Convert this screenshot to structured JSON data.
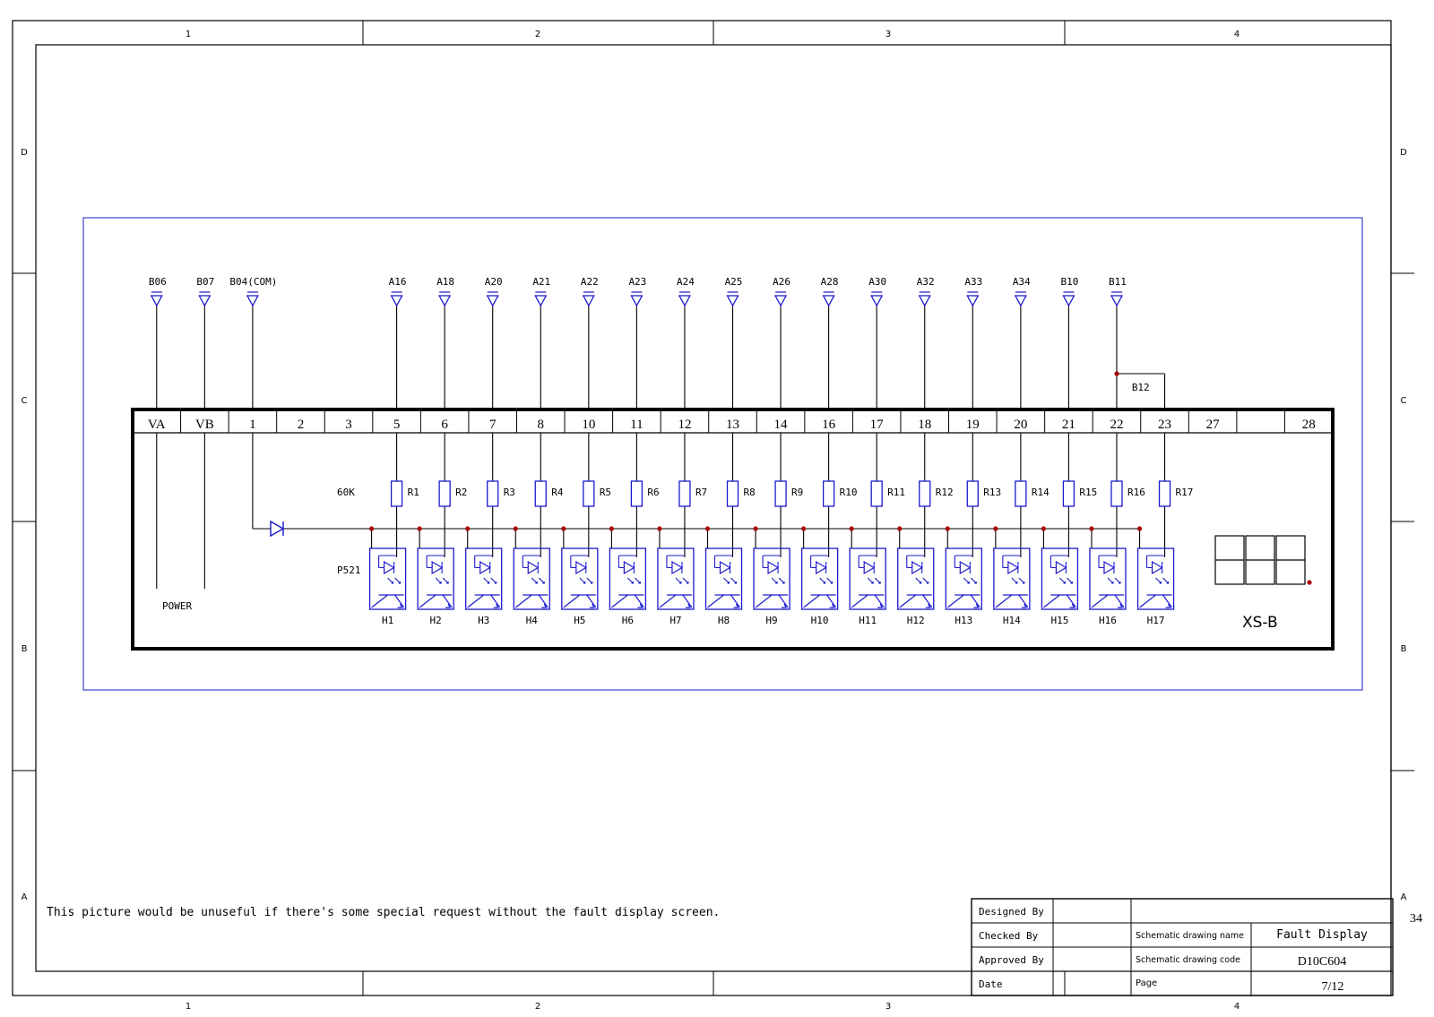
{
  "frame": {
    "columns": [
      "1",
      "2",
      "3",
      "4"
    ],
    "rows": [
      "D",
      "C",
      "B",
      "A"
    ]
  },
  "inputs": {
    "power": [
      {
        "label": "B06",
        "pin": "VA"
      },
      {
        "label": "B07",
        "pin": "VB"
      }
    ],
    "common": {
      "label": "B04(COM)",
      "pin": "1"
    },
    "channels": [
      {
        "label": "A16",
        "pin": "5",
        "resistor": "R1",
        "led": "H1"
      },
      {
        "label": "A18",
        "pin": "6",
        "resistor": "R2",
        "led": "H2"
      },
      {
        "label": "A20",
        "pin": "7",
        "resistor": "R3",
        "led": "H3"
      },
      {
        "label": "A21",
        "pin": "8",
        "resistor": "R4",
        "led": "H4"
      },
      {
        "label": "A22",
        "pin": "10",
        "resistor": "R5",
        "led": "H5"
      },
      {
        "label": "A23",
        "pin": "11",
        "resistor": "R6",
        "led": "H6"
      },
      {
        "label": "A24",
        "pin": "12",
        "resistor": "R7",
        "led": "H7"
      },
      {
        "label": "A25",
        "pin": "13",
        "resistor": "R8",
        "led": "H8"
      },
      {
        "label": "A26",
        "pin": "14",
        "resistor": "R9",
        "led": "H9"
      },
      {
        "label": "A28",
        "pin": "16",
        "resistor": "R10",
        "led": "H10"
      },
      {
        "label": "A30",
        "pin": "17",
        "resistor": "R11",
        "led": "H11"
      },
      {
        "label": "A32",
        "pin": "18",
        "resistor": "R12",
        "led": "H12"
      },
      {
        "label": "A33",
        "pin": "19",
        "resistor": "R13",
        "led": "H13"
      },
      {
        "label": "A34",
        "pin": "20",
        "resistor": "R14",
        "led": "H14"
      },
      {
        "label": "B10",
        "pin": "21",
        "resistor": "R15",
        "led": "H15"
      },
      {
        "label": "B11",
        "pin": "22",
        "resistor": "R16",
        "led": "H16"
      }
    ],
    "bridge": {
      "label": "B12",
      "pin": "23",
      "resistor": "R17",
      "led": "H17"
    }
  },
  "connector": {
    "pins": [
      "VA",
      "VB",
      "1",
      "2",
      "3",
      "5",
      "6",
      "7",
      "8",
      "10",
      "11",
      "12",
      "13",
      "14",
      "16",
      "17",
      "18",
      "19",
      "20",
      "21",
      "22",
      "23",
      "27",
      "",
      "28"
    ]
  },
  "labels": {
    "resistor_value": "60K",
    "optocoupler": "P521",
    "power": "POWER",
    "board": "XS-B"
  },
  "note": "This picture would be unuseful if there's some special request without the fault display screen.",
  "title_block": {
    "designed_by": "Designed By",
    "checked_by": "Checked  By",
    "approved_by": "Approved By",
    "date": "Date",
    "name_label": "Schematic drawing name",
    "name_value": "Fault Display",
    "code_label": "Schematic drawing code",
    "code_value": "D10C604",
    "page_label": "Page",
    "page_value": "7/12"
  },
  "sheet_number": "34",
  "colors": {
    "wire": "#000000",
    "component": "#1a1acc",
    "junction": "#aa0000"
  }
}
